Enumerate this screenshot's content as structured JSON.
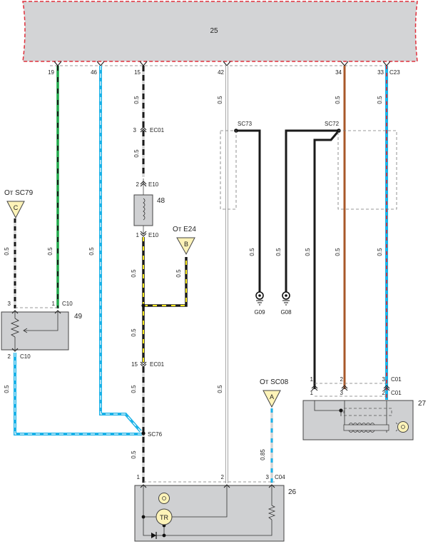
{
  "diagram": {
    "type": "wiring-schematic",
    "components": {
      "ecu": {
        "id": "25"
      },
      "fuse_coil": {
        "id": "48"
      },
      "potentiometer": {
        "id": "49"
      },
      "module_bottom": {
        "id": "26",
        "inner_label": "TR"
      },
      "module_right": {
        "id": "27"
      }
    },
    "ecu_pins": [
      {
        "pin": "19",
        "connector": ""
      },
      {
        "pin": "46",
        "connector": ""
      },
      {
        "pin": "15",
        "connector": ""
      },
      {
        "pin": "42",
        "connector": ""
      },
      {
        "pin": "34",
        "connector": ""
      },
      {
        "pin": "33",
        "connector": "C23"
      }
    ],
    "gauges": {
      "g05": "0.5",
      "g085": "0.85"
    },
    "connectors": {
      "ec01_top": {
        "pin": "3",
        "name": "EC01"
      },
      "e10_top": {
        "pin": "2",
        "name": "E10"
      },
      "e10_bottom": {
        "pin": "1",
        "name": "E10"
      },
      "ec01_bottom": {
        "pin": "15",
        "name": "EC01"
      },
      "c10_pin3": {
        "pin": "3",
        "name": ""
      },
      "c10_pin1": {
        "pin": "1",
        "name": "C10"
      },
      "c10_pin2": {
        "pin": "2",
        "name": "C10"
      },
      "c04_pin1": {
        "pin": "1",
        "name": ""
      },
      "c04_pin2": {
        "pin": "2",
        "name": ""
      },
      "c04_pin3": {
        "pin": "3",
        "name": "C04"
      },
      "c01_top_1": {
        "pin": "1",
        "name": ""
      },
      "c01_top_2": {
        "pin": "2",
        "name": ""
      },
      "c01_top_3": {
        "pin": "3",
        "name": "C01"
      },
      "c01_bot_1": {
        "pin": "1",
        "name": ""
      },
      "c01_bot_3": {
        "pin": "3",
        "name": ""
      },
      "c01_bot_2": {
        "pin": "2",
        "name": "C01"
      }
    },
    "splices": {
      "sc73": "SC73",
      "sc72": "SC72",
      "sc76": "SC76"
    },
    "grounds": {
      "g09": "G09",
      "g08": "G08"
    },
    "references": {
      "c": {
        "letter": "C",
        "from": "От SC79"
      },
      "b": {
        "letter": "B",
        "from": "От E24"
      },
      "a": {
        "letter": "A",
        "from": "От SC08"
      }
    },
    "colors": {
      "ecu_fill": "#d3d4d6",
      "ecu_border": "#e0303c",
      "component_fill": "#cfd0d2",
      "green": "#1fa84a",
      "blue": "#1ab2e8",
      "black": "#1a1a1a",
      "yellow": "#f5e61c",
      "brown": "#a8582a",
      "red": "#d32f3c",
      "ref_fill": "#fdf3b8"
    }
  }
}
